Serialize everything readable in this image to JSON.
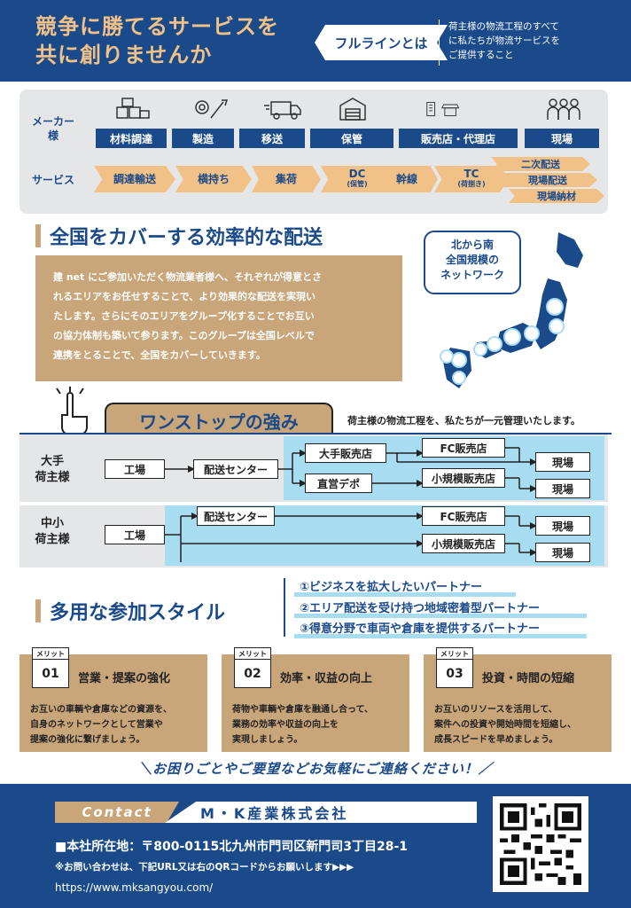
{
  "header": {
    "headline_line1": "競争に勝てるサービスを",
    "headline_line2": "共に創りませんか",
    "fullline_label": "フルラインとは",
    "fullline_desc_1": "荷主様の物流工程のすべて",
    "fullline_desc_2": "に私たちが物流サービスを",
    "fullline_desc_3": "ご提供すること"
  },
  "flow": {
    "maker_label_1": "メーカー",
    "maker_label_2": "様",
    "service_label": "サービス",
    "stages": [
      "材料調達",
      "製造",
      "移送",
      "保管",
      "販売店・代理店",
      "現場"
    ],
    "stage_icons": [
      "boxes-icon",
      "gears-tools-icon",
      "truck-icon",
      "warehouse-icon",
      "store-icon",
      "people-icon"
    ],
    "services": [
      "調達輸送",
      "横持ち",
      "集荷",
      "DC",
      "幹線",
      "TC"
    ],
    "service_sub": {
      "dc": "(保管)",
      "tc": "(荷捌き)"
    },
    "end_services": [
      "二次配送",
      "現場配送",
      "現場納材"
    ]
  },
  "coverage": {
    "title": "全国をカバーする効率的な配送",
    "text_1": "建 net にご参加いただく物流業者様へ、それぞれが得意とさ",
    "text_2": "れるエリアをお任せすることで、より効果的な配送を実現い",
    "text_3": "たします。さらにそのエリアをグループ化することでお互い",
    "text_4": "の協力体制も築いて参ります。このグループは全国レベルで",
    "text_5": "連携をとることで、全国をカバーしていきます。",
    "bubble_1": "北から南",
    "bubble_2": "全国規模の",
    "bubble_3": "ネットワーク"
  },
  "onestop": {
    "title": "ワンストップの強み",
    "desc": "荷主様の物流工程を、私たちが一元管理いたします。",
    "large_label_1": "大手",
    "large_label_2": "荷主様",
    "small_label_1": "中小",
    "small_label_2": "荷主様",
    "factory": "工場",
    "center": "配送センター",
    "large_dealer": "大手販売店",
    "direct_depot": "直営デポ",
    "fc": "FC販売店",
    "small_dealer": "小規模販売店",
    "site": "現場"
  },
  "styles": {
    "title": "多用な参加スタイル",
    "items": [
      "①ビジネスを拡大したいパートナー",
      "②エリア配送を受け持つ地域密着型パートナー",
      "③得意分野で車両や倉庫を提供するパートナー"
    ]
  },
  "merits": [
    {
      "tag": "メリット",
      "num": "01",
      "head": "営業・提案の強化",
      "body_1": "お互いの車輌や倉庫などの資源を、",
      "body_2": "自身のネットワークとして営業や",
      "body_3": "提案の強化に繋げましょう。"
    },
    {
      "tag": "メリット",
      "num": "02",
      "head": "効率・収益の向上",
      "body_1": "荷物や車輌や倉庫を融通し合って、",
      "body_2": "業務の効率や収益の向上を",
      "body_3": "実現しましょう。"
    },
    {
      "tag": "メリット",
      "num": "03",
      "head": "投資・時間の短縮",
      "body_1": "お互いのリソースを活用して、",
      "body_2": "案件への投資や開始時間を短縮し、",
      "body_3": "成長スピードを早めましょう。"
    }
  ],
  "cta": "＼お困りごとやご要望などお気軽にご連絡ください！／",
  "footer": {
    "contact_label": "Contact",
    "company": "M・K産業株式会社",
    "address": "■本社所在地：〒800-0115北九州市門司区新門司3丁目28-1",
    "inquiry": "※お問い合わせは、下記URL又は右のQRコードからお願いします▶▶▶",
    "url": "https://www.mksangyou.com/"
  },
  "colors": {
    "navy": "#1a4a8a",
    "tan": "#c9a57a",
    "peach": "#f2c188",
    "lightblue": "#a8dcf0",
    "grey": "#e5e6e8"
  }
}
